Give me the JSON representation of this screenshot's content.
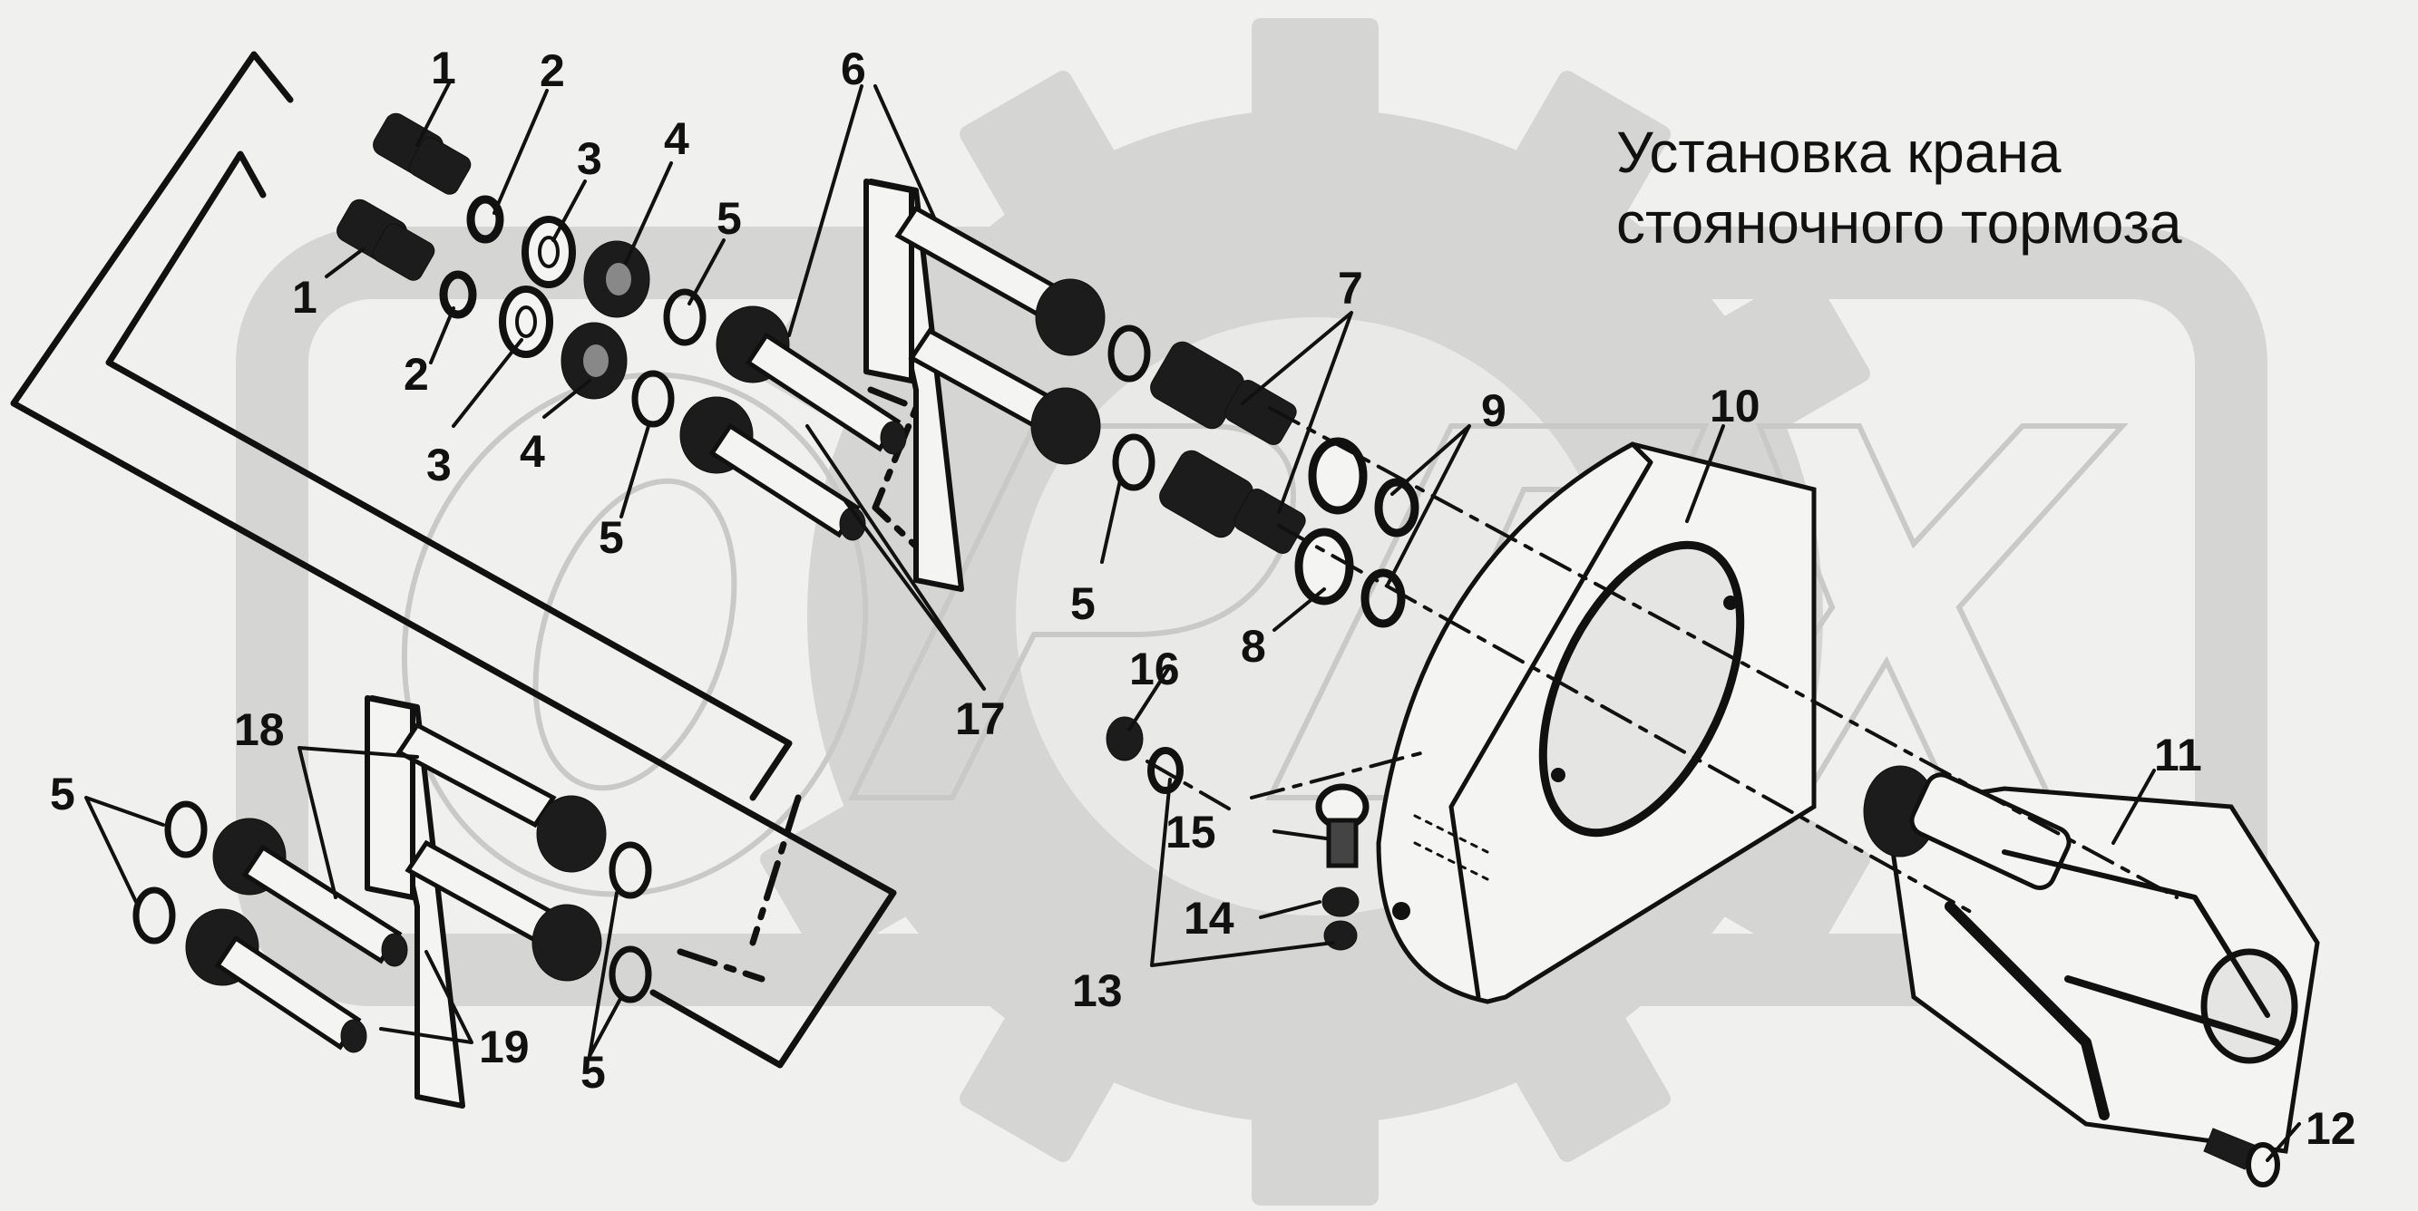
{
  "title": {
    "line1": "Установка крана",
    "line2": "стояночного тормоза"
  },
  "watermark": {
    "text": "ОРЕХ"
  },
  "callouts": [
    {
      "id": "c1a",
      "label": "1"
    },
    {
      "id": "c1b",
      "label": "1"
    },
    {
      "id": "c2a",
      "label": "2"
    },
    {
      "id": "c2b",
      "label": "2"
    },
    {
      "id": "c3a",
      "label": "3"
    },
    {
      "id": "c3b",
      "label": "3"
    },
    {
      "id": "c4a",
      "label": "4"
    },
    {
      "id": "c4b",
      "label": "4"
    },
    {
      "id": "c5a",
      "label": "5"
    },
    {
      "id": "c5b",
      "label": "5"
    },
    {
      "id": "c5c",
      "label": "5"
    },
    {
      "id": "c5d",
      "label": "5"
    },
    {
      "id": "c5e",
      "label": "5"
    },
    {
      "id": "c6",
      "label": "6"
    },
    {
      "id": "c7",
      "label": "7"
    },
    {
      "id": "c8",
      "label": "8"
    },
    {
      "id": "c9",
      "label": "9"
    },
    {
      "id": "c10",
      "label": "10"
    },
    {
      "id": "c11",
      "label": "11"
    },
    {
      "id": "c12",
      "label": "12"
    },
    {
      "id": "c13",
      "label": "13"
    },
    {
      "id": "c14",
      "label": "14"
    },
    {
      "id": "c15",
      "label": "15"
    },
    {
      "id": "c16",
      "label": "16"
    },
    {
      "id": "c17",
      "label": "17"
    },
    {
      "id": "c18",
      "label": "18"
    },
    {
      "id": "c19",
      "label": "19"
    }
  ]
}
